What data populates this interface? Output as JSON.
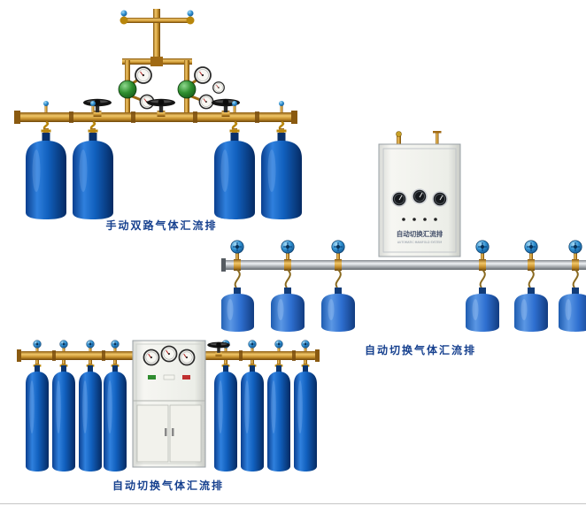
{
  "page": {
    "background": "#ffffff",
    "bottom_rule_color": "#c6c6c6"
  },
  "products": [
    {
      "id": "manual-dual-gas-manifold",
      "caption": "手动双路气体汇流排"
    },
    {
      "id": "auto-switch-gas-manifold-wall",
      "caption": "自动切换气体汇流排"
    },
    {
      "id": "auto-switch-gas-manifold-floor",
      "caption": "自动切换气体汇流排"
    }
  ],
  "wall_cabinet": {
    "label": "自动切换汇流排",
    "subline": "AUTOMATIC MANIFOLD SYSTEM"
  },
  "colors": {
    "caption_text": "#17418f",
    "cylinder_blue": "#1160be",
    "brass": "#c08a28",
    "cabinet_white": "#f2f2ec"
  }
}
